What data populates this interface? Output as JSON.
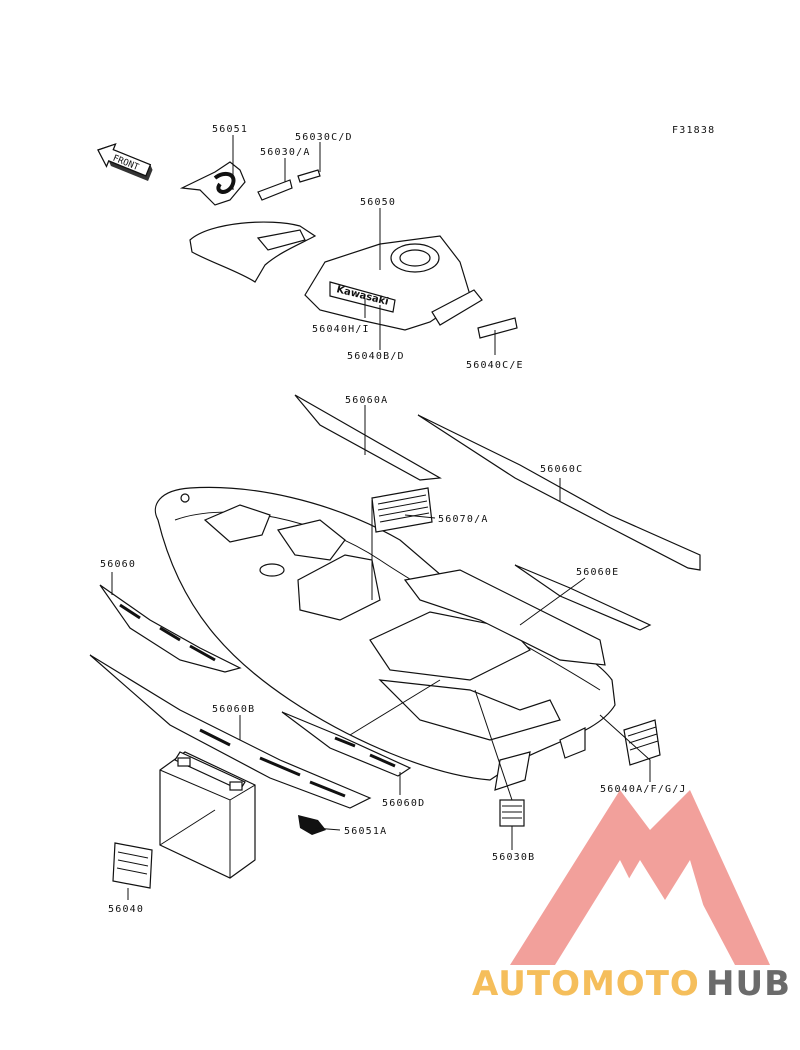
{
  "figure_code": "F31838",
  "front_label": "FRONT",
  "hood_brand": "Kawasaki",
  "part_labels": [
    "56051",
    "56030/A",
    "56030C/D",
    "56050",
    "56040H/I",
    "56040B/D",
    "56040C/E",
    "56060A",
    "56060C",
    "56070/A",
    "56060",
    "56060E",
    "56060B",
    "56060D",
    "56051A",
    "56040A/F/G/J",
    "56030B",
    "56040"
  ],
  "watermark": {
    "part1": "AUTOMOTO",
    "part2": "HUB"
  },
  "colors": {
    "watermark_orange": "#f4b84a",
    "watermark_red": "#ee7b72",
    "watermark_gray": "#5b5b5b",
    "logo_red": "#f0908a",
    "line": "#111111"
  }
}
